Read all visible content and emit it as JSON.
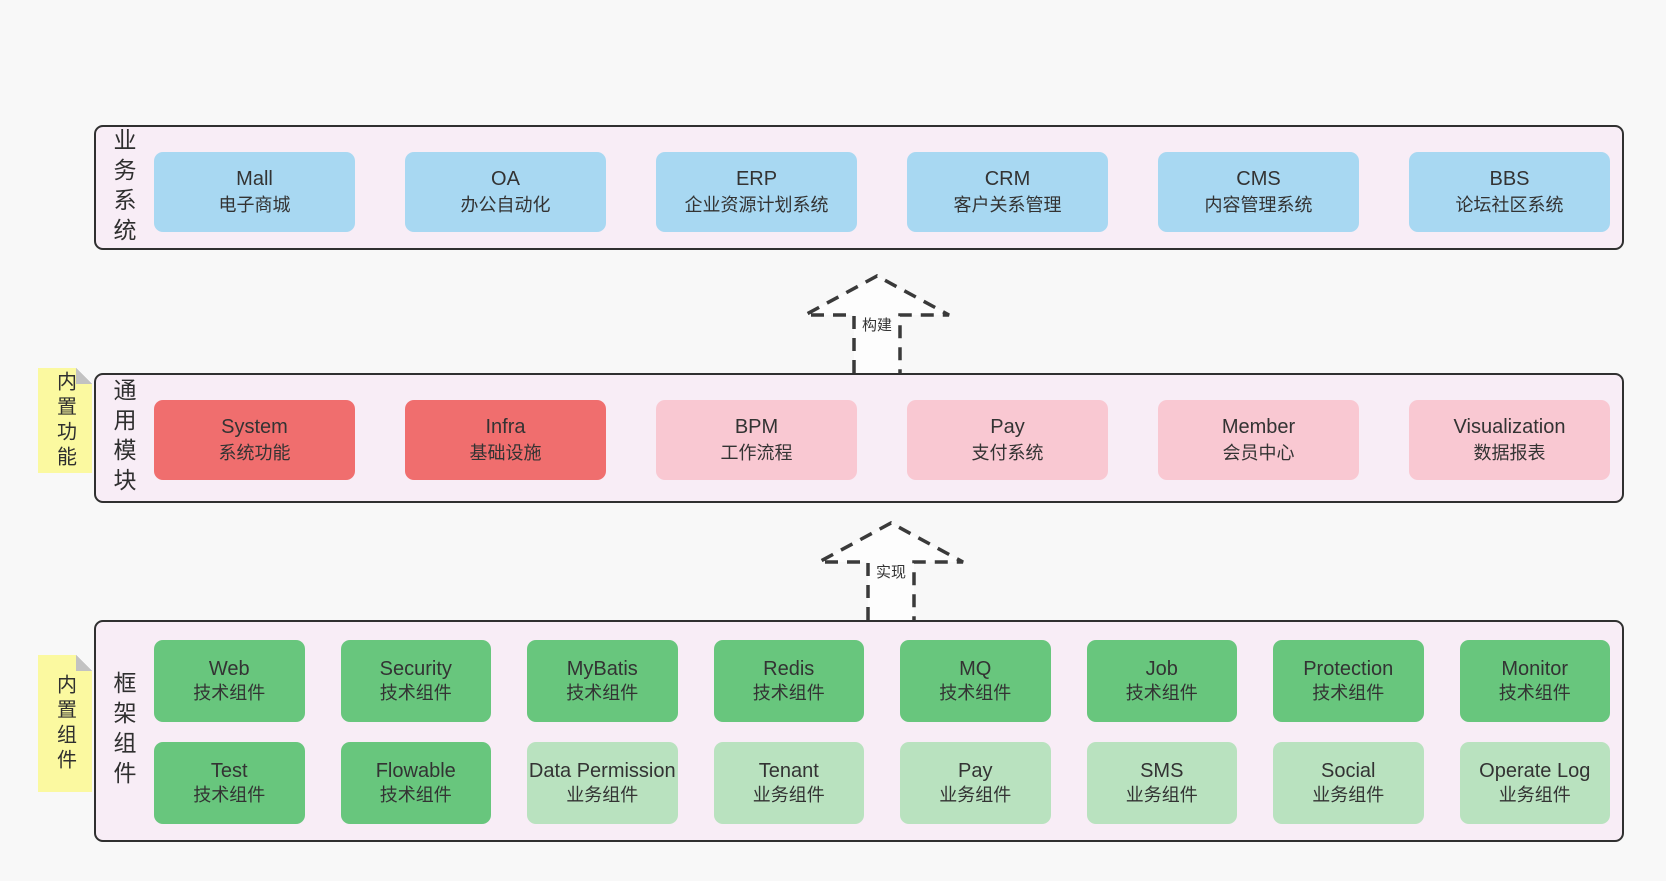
{
  "colors": {
    "page_bg": "#f8f8f8",
    "layer_bg": "#f8edf6",
    "layer_border": "#303030",
    "blue": "#a8d8f2",
    "red": "#f06e6e",
    "pink": "#f9c8d2",
    "green_dark": "#68c67d",
    "green_light": "#b9e2bf",
    "tag_bg": "#fbf9a0",
    "tag_fold": "#c2c2c2",
    "text": "#333333",
    "arrow_stroke": "#3a3a3a"
  },
  "layers": {
    "business": {
      "label": "业务系统",
      "boxes": [
        {
          "name": "Mall",
          "desc": "电子商城"
        },
        {
          "name": "OA",
          "desc": "办公自动化"
        },
        {
          "name": "ERP",
          "desc": "企业资源计划系统"
        },
        {
          "name": "CRM",
          "desc": "客户关系管理"
        },
        {
          "name": "CMS",
          "desc": "内容管理系统"
        },
        {
          "name": "BBS",
          "desc": "论坛社区系统"
        }
      ]
    },
    "modules": {
      "label": "通用模块",
      "tag": "内置功能",
      "boxes": [
        {
          "name": "System",
          "desc": "系统功能",
          "variant": "red"
        },
        {
          "name": "Infra",
          "desc": "基础设施",
          "variant": "red"
        },
        {
          "name": "BPM",
          "desc": "工作流程",
          "variant": "pink"
        },
        {
          "name": "Pay",
          "desc": "支付系统",
          "variant": "pink"
        },
        {
          "name": "Member",
          "desc": "会员中心",
          "variant": "pink"
        },
        {
          "name": "Visualization",
          "desc": "数据报表",
          "variant": "pink"
        }
      ]
    },
    "components": {
      "label": "框架组件",
      "tag": "内置组件",
      "row1": [
        {
          "name": "Web",
          "desc": "技术组件",
          "variant": "dark"
        },
        {
          "name": "Security",
          "desc": "技术组件",
          "variant": "dark"
        },
        {
          "name": "MyBatis",
          "desc": "技术组件",
          "variant": "dark"
        },
        {
          "name": "Redis",
          "desc": "技术组件",
          "variant": "dark"
        },
        {
          "name": "MQ",
          "desc": "技术组件",
          "variant": "dark"
        },
        {
          "name": "Job",
          "desc": "技术组件",
          "variant": "dark"
        },
        {
          "name": "Protection",
          "desc": "技术组件",
          "variant": "dark"
        },
        {
          "name": "Monitor",
          "desc": "技术组件",
          "variant": "dark"
        }
      ],
      "row2": [
        {
          "name": "Test",
          "desc": "技术组件",
          "variant": "dark"
        },
        {
          "name": "Flowable",
          "desc": "技术组件",
          "variant": "dark"
        },
        {
          "name": "Data Permission",
          "desc": "业务组件",
          "variant": "light"
        },
        {
          "name": "Tenant",
          "desc": "业务组件",
          "variant": "light"
        },
        {
          "name": "Pay",
          "desc": "业务组件",
          "variant": "light"
        },
        {
          "name": "SMS",
          "desc": "业务组件",
          "variant": "light"
        },
        {
          "name": "Social",
          "desc": "业务组件",
          "variant": "light"
        },
        {
          "name": "Operate Log",
          "desc": "业务组件",
          "variant": "light"
        }
      ]
    }
  },
  "arrows": [
    {
      "label": "构建"
    },
    {
      "label": "实现"
    }
  ]
}
